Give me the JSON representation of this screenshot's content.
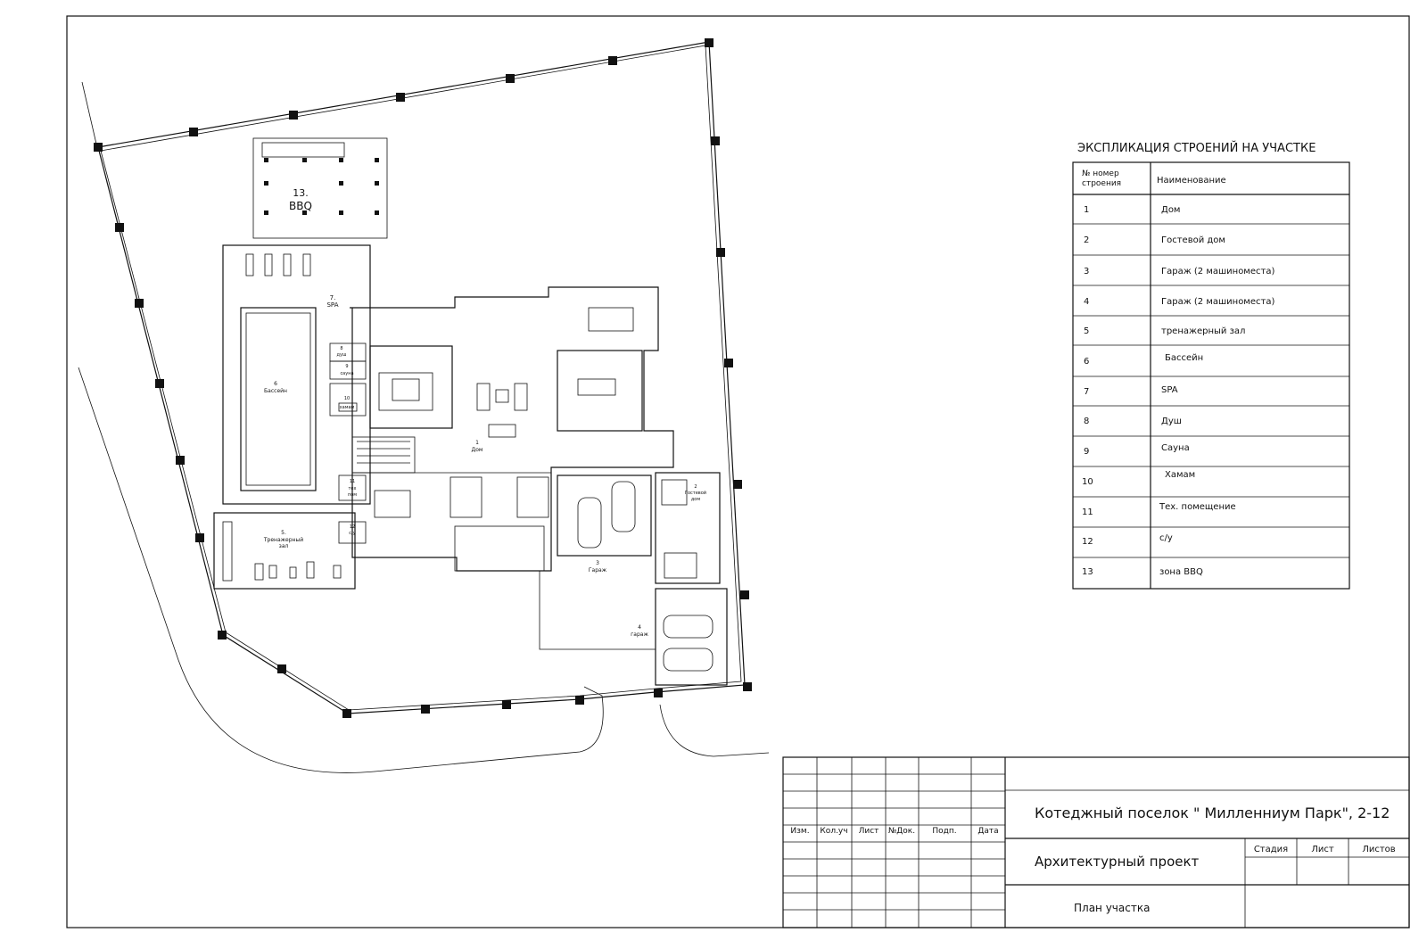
{
  "site_labels": {
    "bbq_num": "13.",
    "bbq": "BBQ",
    "spa_num": "7.",
    "spa": "SPA",
    "pool_num": "6",
    "pool": "Бассейн",
    "shower_num": "8",
    "shower": "душ",
    "sauna_num": "9",
    "sauna": "сауна",
    "hammam_num": "10",
    "hammam": "хамам",
    "house_num": "1",
    "house": "Дом",
    "tech_num": "11",
    "tech_a": "тех",
    "tech_b": "пом",
    "wc_num": "12",
    "wc": "с/у",
    "gym_num": "5.",
    "gym_a": "Тренажерный",
    "gym_b": "зал",
    "guest_num": "2",
    "guest_a": "Гостевой",
    "guest_b": "дом",
    "garage3_num": "3",
    "garage3": "Гараж",
    "garage4_num": "4",
    "garage4": "гараж"
  },
  "explication": {
    "title": "ЭКСПЛИКАЦИЯ СТРОЕНИЙ НА УЧАСТКЕ",
    "col_num_a": "№ номер",
    "col_num_b": "строения",
    "col_name": "Наименование",
    "rows": [
      {
        "num": "1",
        "name": "Дом"
      },
      {
        "num": "2",
        "name": "Гостевой дом"
      },
      {
        "num": "3",
        "name": "Гараж (2 машиноместа)"
      },
      {
        "num": "4",
        "name": "Гараж (2 машиноместа)"
      },
      {
        "num": "5",
        "name": "тренажерный зал"
      },
      {
        "num": "6",
        "name": "Бассейн"
      },
      {
        "num": "7",
        "name": "SPA"
      },
      {
        "num": "8",
        "name": "Душ"
      },
      {
        "num": "9",
        "name": "Сауна"
      },
      {
        "num": "10",
        "name": "Хамам"
      },
      {
        "num": "11",
        "name": "Тех. помещение"
      },
      {
        "num": "12",
        "name": "с/у"
      },
      {
        "num": "13",
        "name": "зона BBQ"
      }
    ]
  },
  "title_block": {
    "headers": [
      "Изм.",
      "Кол.уч",
      "Лист",
      "№Док.",
      "Подп.",
      "Дата"
    ],
    "project": "Котеджный поселок \" Милленниум Парк\", 2-12",
    "stage_header": "Стадия",
    "sheet_header": "Лист",
    "sheets_header": "Листов",
    "doc_type": "Архитектурный проект",
    "drawing_name": "План участка"
  }
}
